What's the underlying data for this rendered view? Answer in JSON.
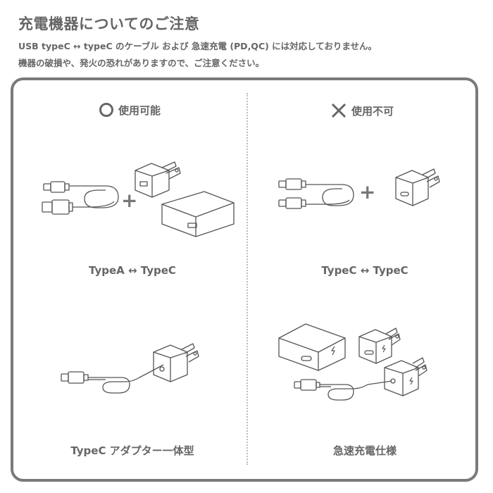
{
  "header": {
    "title": "充電機器についてのご注意",
    "line1": "USB typeC ↔ typeC のケーブル および 急速充電 (PD,QC) には対応しておりません。",
    "line2": "機器の破損や、発火の恐れがありますので、ご注意ください。"
  },
  "columns": {
    "ok": {
      "icon": "circle-icon",
      "heading": "使用可能",
      "item1_label": "TypeA ↔ TypeC",
      "item2_label": "TypeC アダプター一体型",
      "plus": "+"
    },
    "ng": {
      "icon": "cross-icon",
      "heading": "使用不可",
      "item1_label": "TypeC ↔ TypeC",
      "item2_label": "急速充電仕様",
      "plus": "+"
    }
  },
  "colors": {
    "text": "#666666",
    "frame": "#7a7a7a",
    "line_art": "#555555",
    "divider": "#bcbcbc"
  }
}
